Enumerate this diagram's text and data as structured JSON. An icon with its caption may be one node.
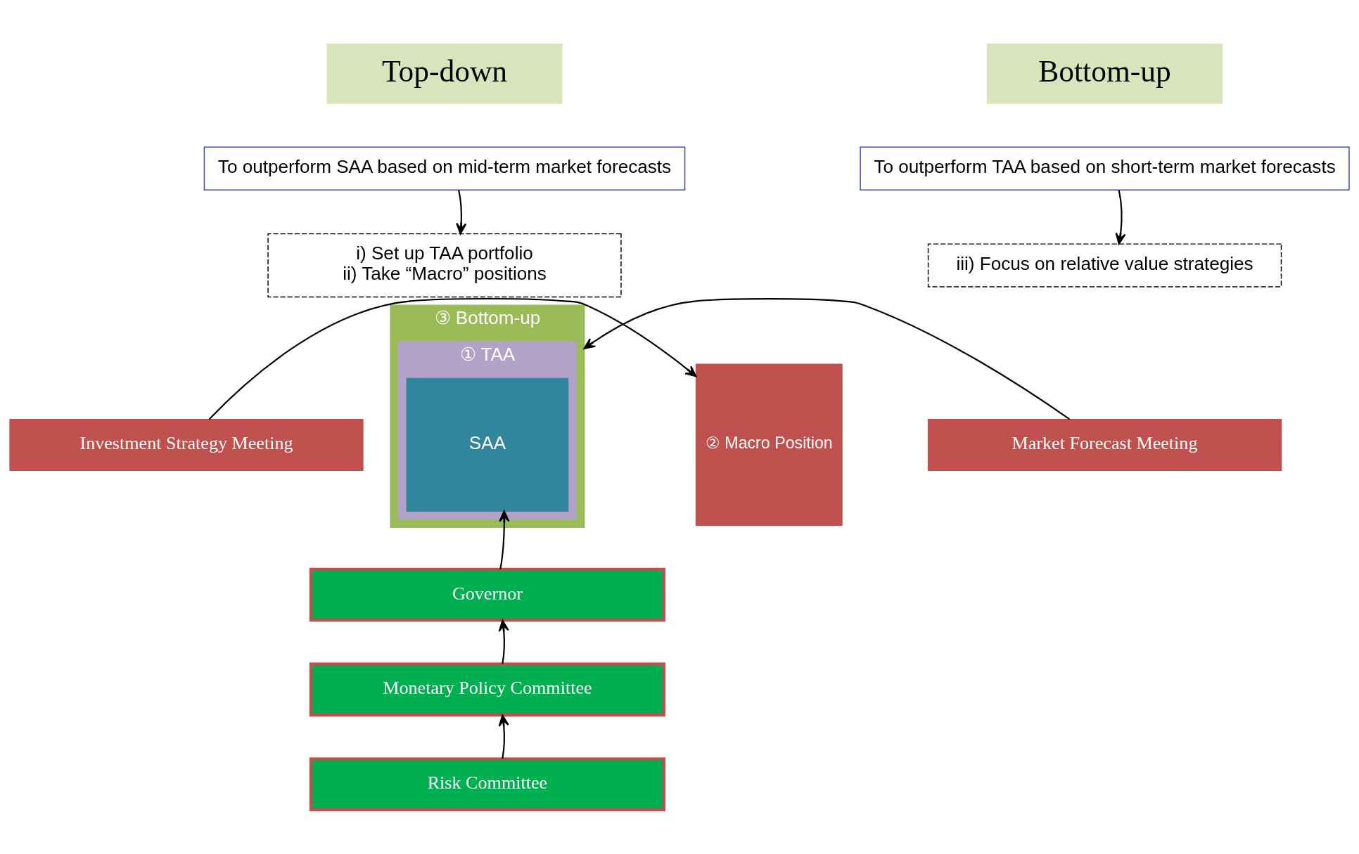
{
  "diagram": {
    "nodes": [
      {
        "text": [
          "Top-down"
        ]
      },
      {
        "text": [
          "Bottom-up"
        ]
      },
      {
        "text": [
          "To outperform SAA based on mid-term market forecasts"
        ]
      },
      {
        "text": [
          "i) Set up TAA portfolio",
          "ii) Take “Macro” positions"
        ]
      },
      {
        "text": [
          "To outperform TAA based on short-term market forecasts"
        ]
      },
      {
        "text": [
          "iii) Focus on relative value strategies"
        ]
      },
      {
        "text": [
          "Investment Strategy Meeting"
        ]
      },
      {
        "text": [
          "③ Bottom-up"
        ]
      },
      {
        "text": [
          "② Macro Position"
        ]
      },
      {
        "text": [
          "① TAA"
        ],
        "in": 7
      },
      {
        "text": [
          "SAA"
        ],
        "in": 9
      },
      {
        "text": [
          "Market Forecast Meeting"
        ]
      },
      {
        "text": [
          "Governor"
        ]
      },
      {
        "text": [
          "Monetary Policy Committee"
        ]
      },
      {
        "text": [
          "Risk Committee"
        ]
      }
    ],
    "edges": [
      {
        "from": 2,
        "to": 3,
        "arrow": "to"
      },
      {
        "from": 4,
        "to": 5,
        "arrow": "to"
      },
      {
        "from": 6,
        "to": 8,
        "arrow": "to"
      },
      {
        "from": 11,
        "to": 7,
        "arrow": "to"
      },
      {
        "from": 12,
        "to": 10,
        "arrow": "to"
      },
      {
        "from": 13,
        "to": 12,
        "arrow": "to"
      },
      {
        "from": 14,
        "to": 13,
        "arrow": "to"
      }
    ]
  }
}
